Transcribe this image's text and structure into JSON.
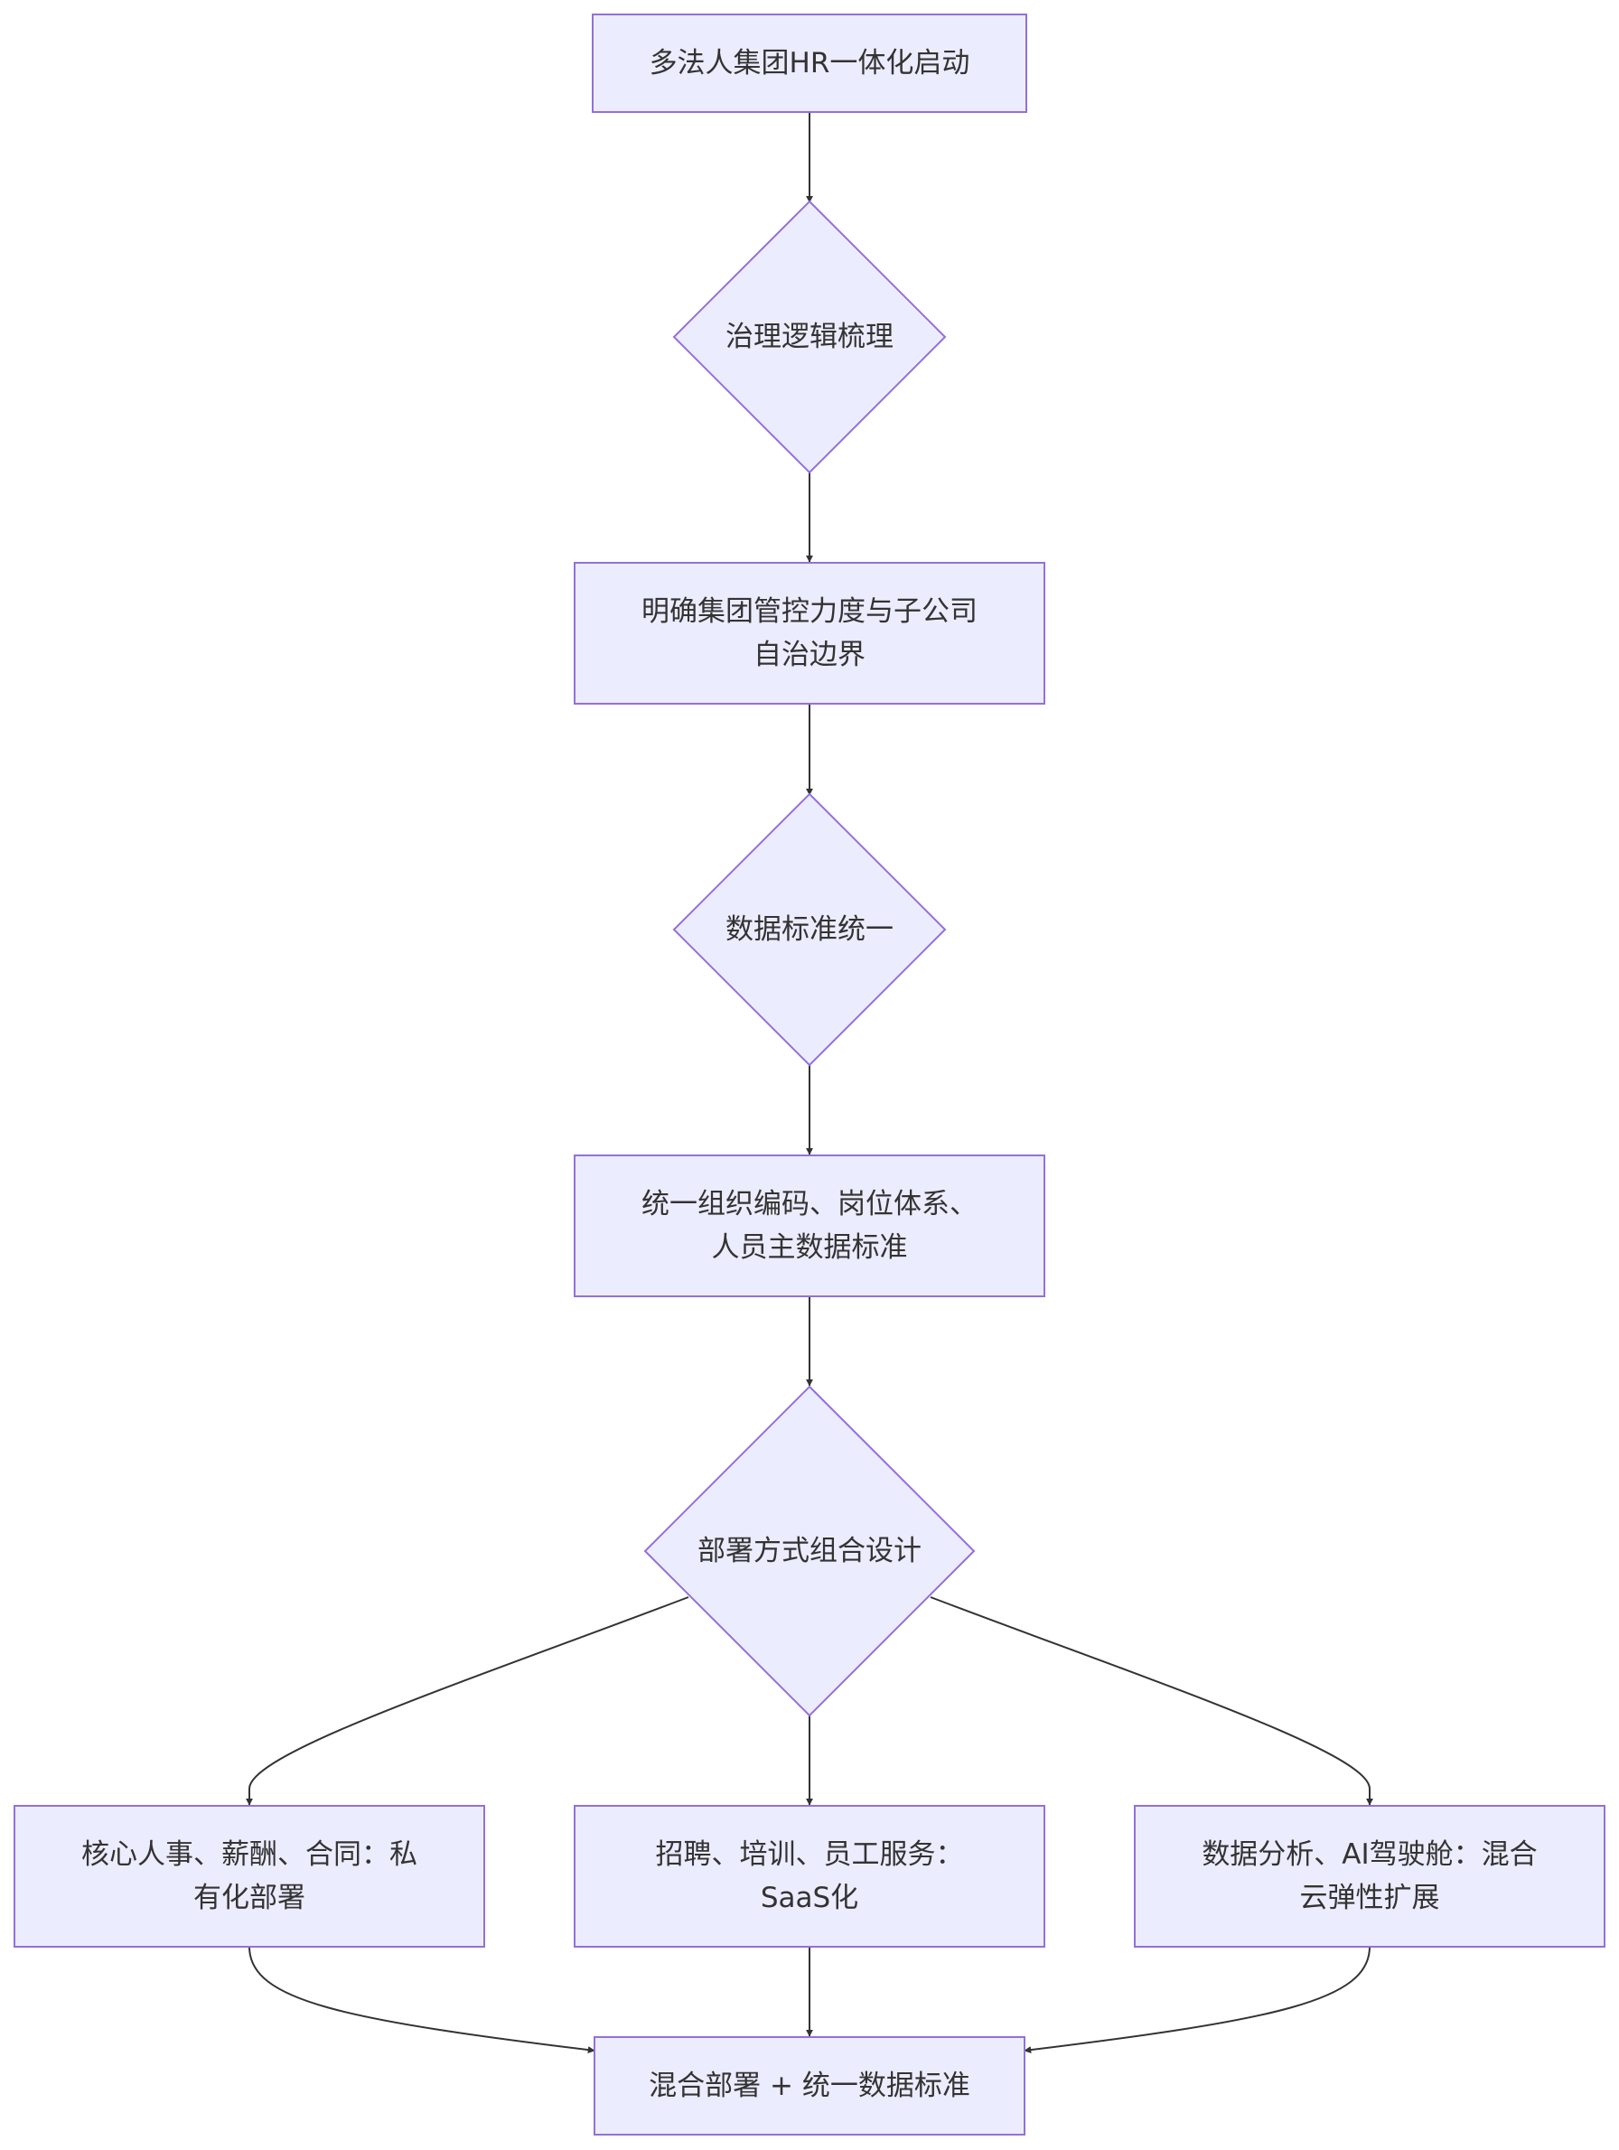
{
  "colors": {
    "node_fill": "#ececff",
    "node_stroke": "#9370db",
    "edge": "#333333",
    "text": "#333333",
    "background": "#ffffff"
  },
  "nodes": [
    {
      "id": "start",
      "shape": "rect",
      "lines": [
        "多法人集团HR一体化启动"
      ]
    },
    {
      "id": "governance",
      "shape": "diamond",
      "lines": [
        "治理逻辑梳理"
      ]
    },
    {
      "id": "boundary",
      "shape": "rect",
      "lines": [
        "明确集团管控力度与子公司",
        "自治边界"
      ]
    },
    {
      "id": "data-std",
      "shape": "diamond",
      "lines": [
        "数据标准统一"
      ]
    },
    {
      "id": "unify",
      "shape": "rect",
      "lines": [
        "统一组织编码、岗位体系、",
        "人员主数据标准"
      ]
    },
    {
      "id": "deploy",
      "shape": "diamond",
      "lines": [
        "部署方式组合设计"
      ]
    },
    {
      "id": "private",
      "shape": "rect",
      "lines": [
        "核心人事、薪酬、合同：私",
        "有化部署"
      ]
    },
    {
      "id": "saas",
      "shape": "rect",
      "lines": [
        "招聘、培训、员工服务：",
        "SaaS化"
      ]
    },
    {
      "id": "hybrid-cloud",
      "shape": "rect",
      "lines": [
        "数据分析、AI驾驶舱：混合",
        "云弹性扩展"
      ]
    },
    {
      "id": "result",
      "shape": "rect",
      "lines": [
        "混合部署 + 统一数据标准"
      ]
    }
  ],
  "edges": [
    {
      "from": "start",
      "to": "governance"
    },
    {
      "from": "governance",
      "to": "boundary"
    },
    {
      "from": "boundary",
      "to": "data-std"
    },
    {
      "from": "data-std",
      "to": "unify"
    },
    {
      "from": "unify",
      "to": "deploy"
    },
    {
      "from": "deploy",
      "to": "private"
    },
    {
      "from": "deploy",
      "to": "saas"
    },
    {
      "from": "deploy",
      "to": "hybrid-cloud"
    },
    {
      "from": "private",
      "to": "result"
    },
    {
      "from": "saas",
      "to": "result"
    },
    {
      "from": "hybrid-cloud",
      "to": "result"
    }
  ]
}
